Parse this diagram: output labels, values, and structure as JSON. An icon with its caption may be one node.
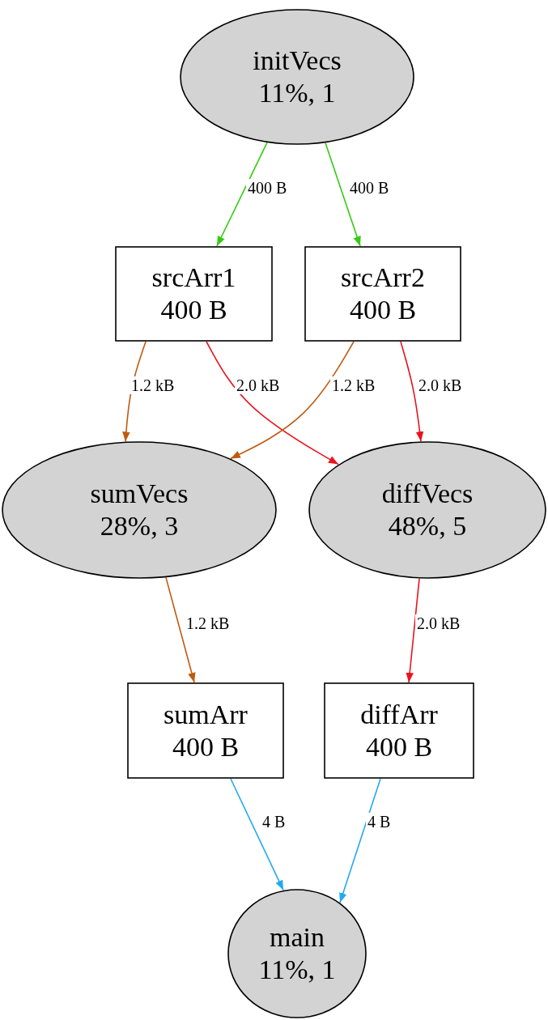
{
  "diagram": {
    "nodes": [
      {
        "text": [
          "initVecs",
          "11%, 1"
        ]
      },
      {
        "text": [
          "srcArr1",
          "400 B"
        ]
      },
      {
        "text": [
          "srcArr2",
          "400 B"
        ]
      },
      {
        "text": [
          "sumVecs",
          "28%, 3"
        ]
      },
      {
        "text": [
          "diffVecs",
          "48%, 5"
        ]
      },
      {
        "text": [
          "sumArr",
          "400 B"
        ]
      },
      {
        "text": [
          "diffArr",
          "400 B"
        ]
      },
      {
        "text": [
          "main",
          "11%, 1"
        ]
      }
    ],
    "edges": [
      {
        "from": 0,
        "to": 1,
        "arrow": "to",
        "label": "400 B",
        "color": "#33cc11"
      },
      {
        "from": 0,
        "to": 2,
        "arrow": "to",
        "label": "400 B",
        "color": "#33cc11"
      },
      {
        "from": 1,
        "to": 3,
        "arrow": "to",
        "label": "1.2 kB",
        "color": "#c05a10"
      },
      {
        "from": 1,
        "to": 4,
        "arrow": "to",
        "label": "2.0 kB",
        "color": "#e8141e"
      },
      {
        "from": 2,
        "to": 3,
        "arrow": "to",
        "label": "1.2 kB",
        "color": "#c05a10"
      },
      {
        "from": 2,
        "to": 4,
        "arrow": "to",
        "label": "2.0 kB",
        "color": "#e8141e"
      },
      {
        "from": 3,
        "to": 5,
        "arrow": "to",
        "label": "1.2 kB",
        "color": "#c05a10"
      },
      {
        "from": 4,
        "to": 6,
        "arrow": "to",
        "label": "2.0 kB",
        "color": "#e8141e"
      },
      {
        "from": 5,
        "to": 7,
        "arrow": "to",
        "label": "4 B",
        "color": "#22aaee"
      },
      {
        "from": 6,
        "to": 7,
        "arrow": "to",
        "label": "4 B",
        "color": "#22aaee"
      }
    ]
  }
}
